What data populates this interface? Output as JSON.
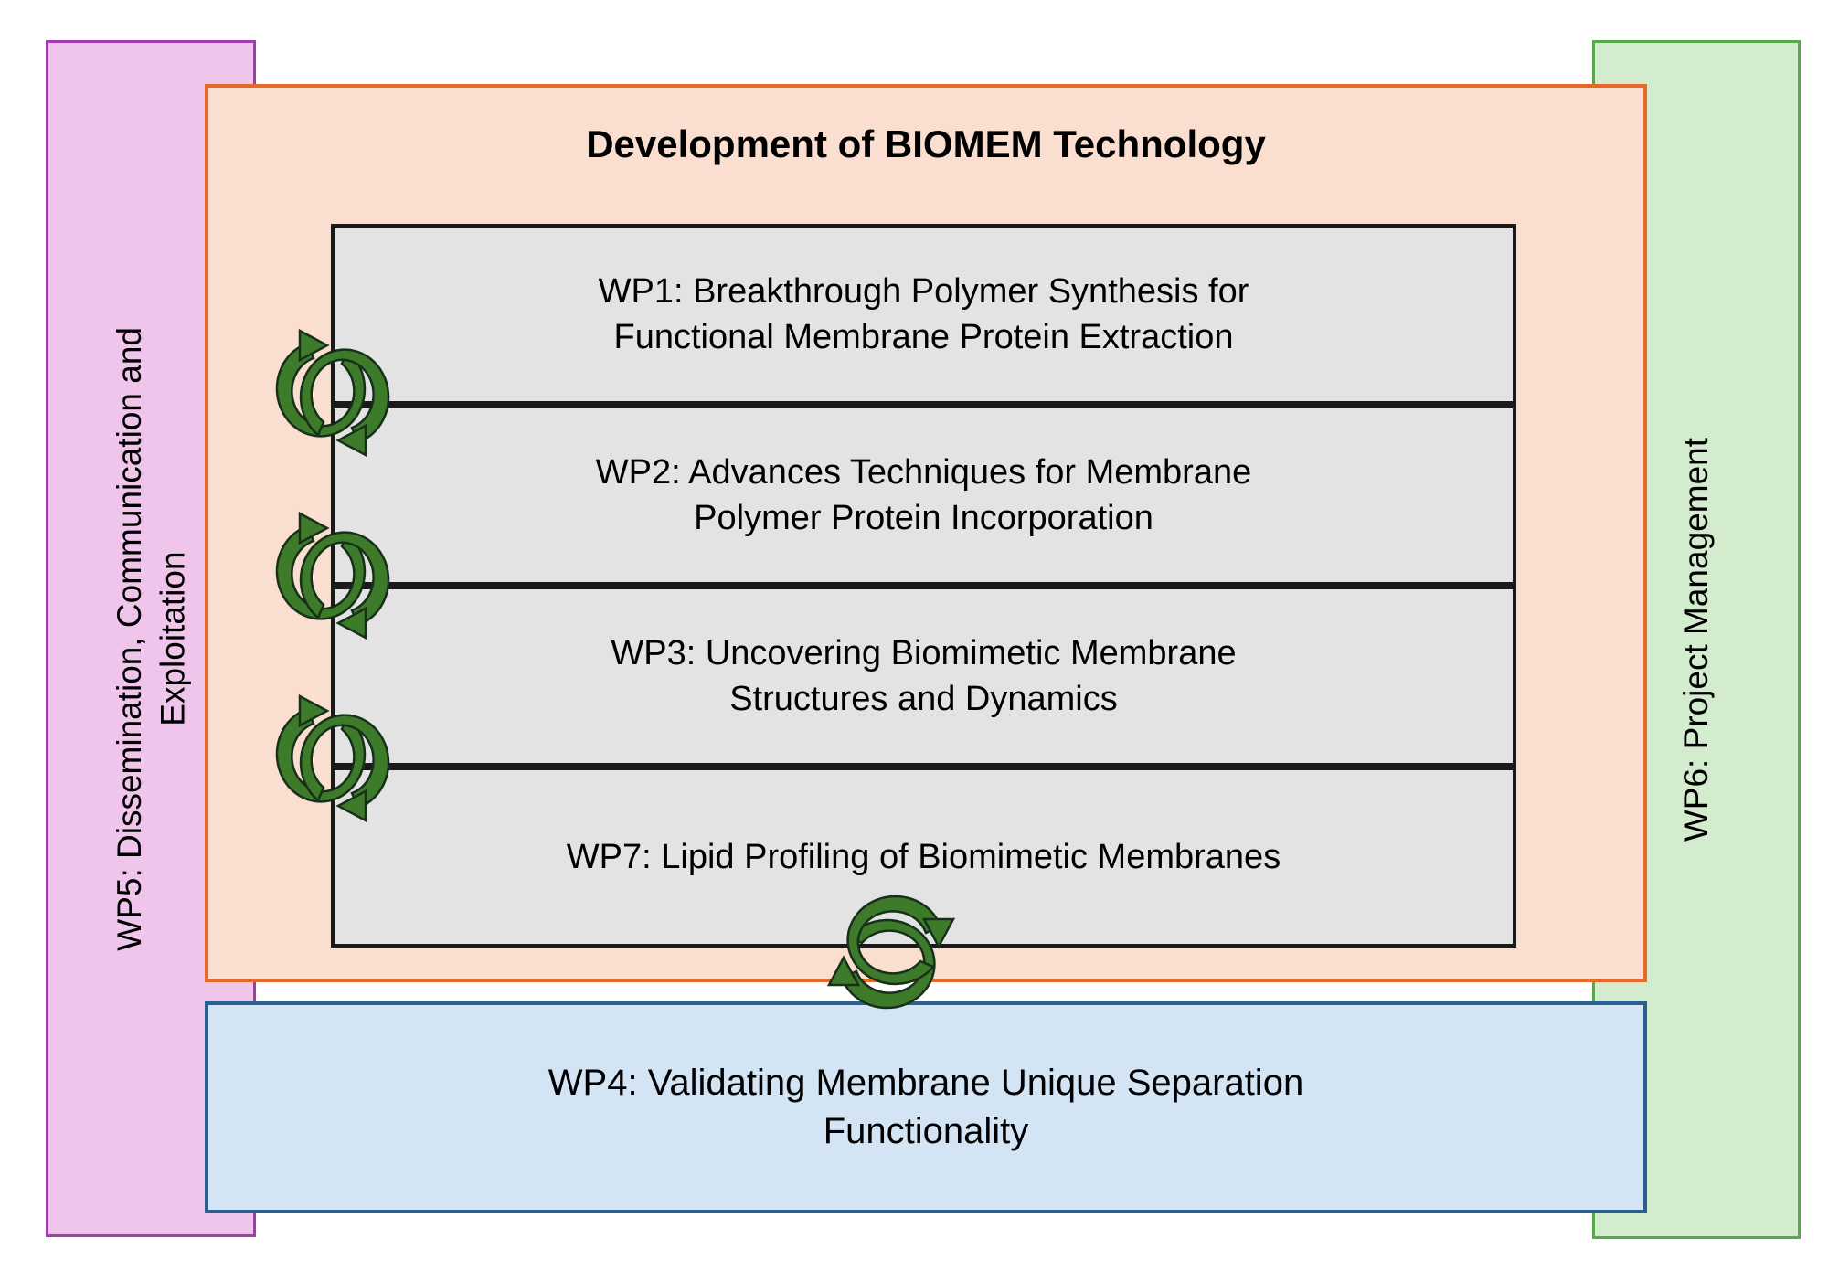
{
  "diagram": {
    "title": "Development of BIOMEM Technology",
    "left_panel": {
      "label": "WP5: Dissemination, Communication and\nExploitation",
      "fill": "#efc5ec",
      "stroke": "#a33bb0"
    },
    "right_panel": {
      "label": "WP6: Project Management",
      "fill": "#d3eccd",
      "stroke": "#5aa84e"
    },
    "container": {
      "fill": "#fadfd0",
      "stroke": "#e8682a"
    },
    "work_packages": [
      {
        "id": "wp1",
        "label": "WP1: Breakthrough Polymer Synthesis for\nFunctional Membrane Protein Extraction",
        "fill": "#e3e3e3",
        "stroke": "#1a1a1a"
      },
      {
        "id": "wp2",
        "label": "WP2: Advances Techniques for Membrane\nPolymer Protein Incorporation",
        "fill": "#e3e3e3",
        "stroke": "#1a1a1a"
      },
      {
        "id": "wp3",
        "label": "WP3: Uncovering Biomimetic Membrane\nStructures and Dynamics",
        "fill": "#e3e3e3",
        "stroke": "#1a1a1a"
      },
      {
        "id": "wp7",
        "label": "WP7: Lipid Profiling of  Biomimetic Membranes",
        "fill": "#e3e3e3",
        "stroke": "#1a1a1a"
      }
    ],
    "bottom_box": {
      "id": "wp4",
      "label": "WP4: Validating Membrane Unique Separation\nFunctionality",
      "fill": "#d3e4f4",
      "stroke": "#2a5f8f"
    },
    "cycle_icons": {
      "name": "circular-arrows-icon",
      "color": "#3d7a2a",
      "count": 4
    }
  }
}
